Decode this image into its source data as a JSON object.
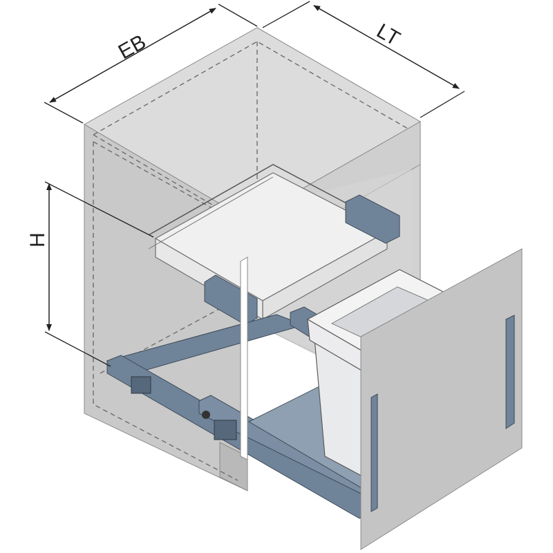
{
  "labels": {
    "width": "EB",
    "depth": "LT",
    "height": "H"
  },
  "colors": {
    "cabinet_face": "#c9c9c9",
    "cabinet_top": "#dcdcdc",
    "cabinet_side": "#bdbdbd",
    "outline": "#8a8a8a",
    "rail": "#6f8399",
    "rail_dark": "#56687b",
    "bin": "#e6e7e9",
    "bin_edge": "#5a5a5a",
    "drawer": "#eeeeee",
    "door": "#c4c4c4",
    "dim_line": "#222222"
  }
}
